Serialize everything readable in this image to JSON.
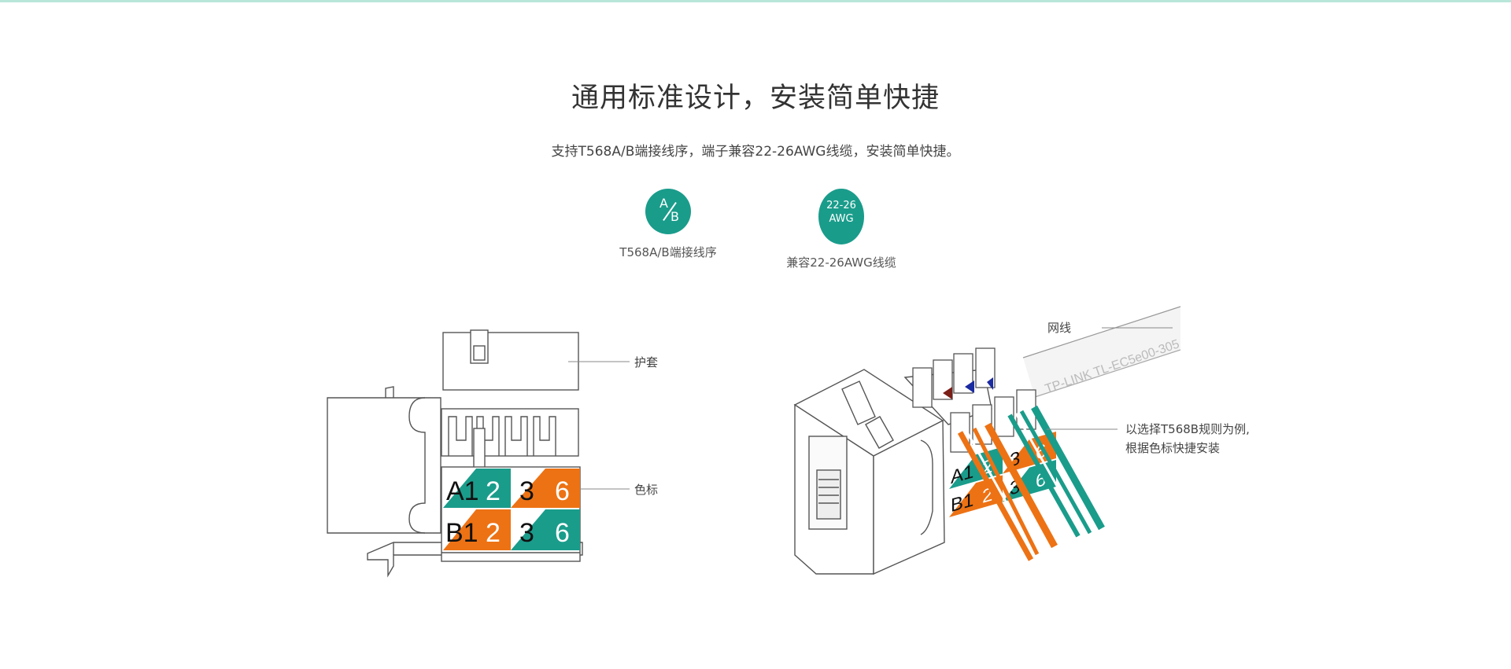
{
  "header": {
    "title": "通用标准设计，安装简单快捷",
    "subtitle": "支持T568A/B端接线序，端子兼容22-26AWG线缆，安装简单快捷。"
  },
  "features": [
    {
      "icon": "ab-wiring-icon",
      "badge_a": "A",
      "badge_b": "B",
      "label": "T568A/B端接线序"
    },
    {
      "icon": "awg-cable-icon",
      "badge_line1": "22-26",
      "badge_line2": "AWG",
      "label": "兼容22-26AWG线缆"
    }
  ],
  "left_diagram": {
    "callout_cap": "护套",
    "callout_color": "色标",
    "row_a": [
      "A1",
      "2",
      "3",
      "6"
    ],
    "row_b": [
      "B1",
      "2",
      "3",
      "6"
    ]
  },
  "right_diagram": {
    "callout_cable": "网线",
    "cable_print": "TP-LINK  TL-EC5e00-305",
    "callout_rule_line1": "以选择T568B规则为例,",
    "callout_rule_line2": "根据色标快捷安装",
    "row_a": [
      "A1",
      "2",
      "3",
      "6"
    ],
    "row_b": [
      "B1",
      "2",
      "3",
      "6"
    ]
  },
  "colors": {
    "teal": "#1a9c8b",
    "orange": "#ed7214",
    "outline": "#555555"
  }
}
